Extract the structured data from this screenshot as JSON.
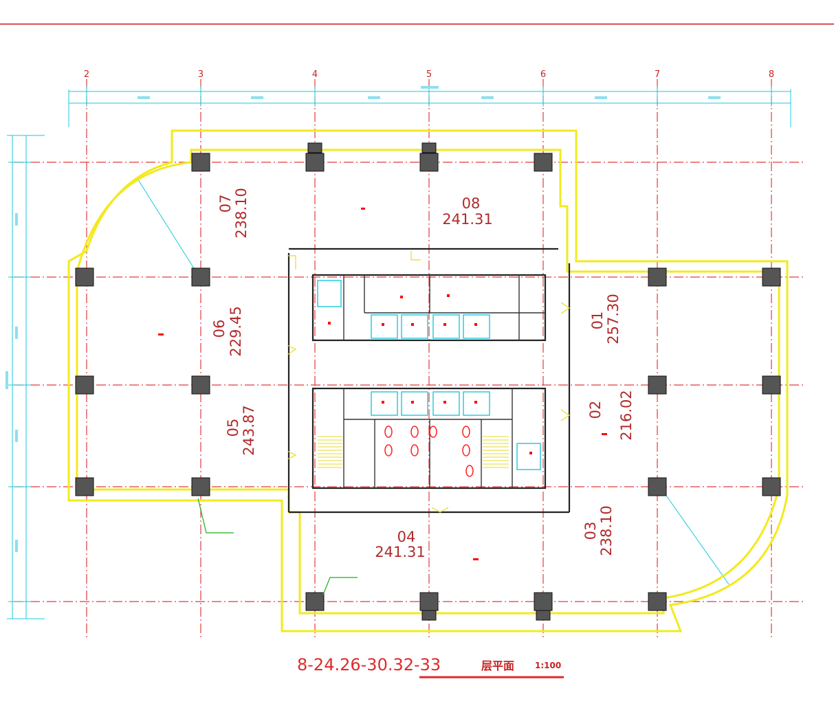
{
  "grid_labels": [
    "2",
    "3",
    "4",
    "5",
    "6",
    "7",
    "8"
  ],
  "units": [
    {
      "id": "07",
      "area": "238.10"
    },
    {
      "id": "08",
      "area": "241.31"
    },
    {
      "id": "06",
      "area": "229.45"
    },
    {
      "id": "01",
      "area": "257.30"
    },
    {
      "id": "05",
      "area": "243.87"
    },
    {
      "id": "02",
      "area": "216.02"
    },
    {
      "id": "04",
      "area": "241.31"
    },
    {
      "id": "03",
      "area": "238.10"
    }
  ],
  "title": "8-24.26-30.32-33",
  "title_suffix": "层平面",
  "scale": "1:100",
  "colors": {
    "grid": "#e23a3a",
    "dimension": "#19c8dc",
    "outline": "#f2ea1e",
    "wall": "#222222",
    "column": "#555555",
    "title": "#e02a2a"
  }
}
